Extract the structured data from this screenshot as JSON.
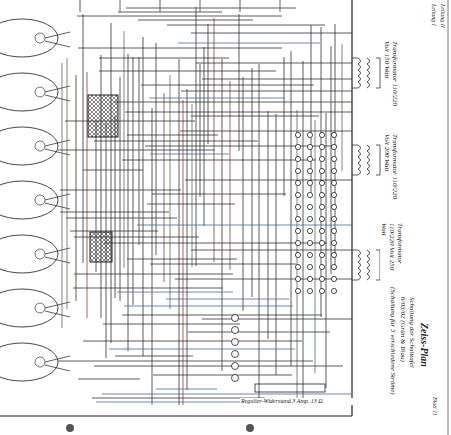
{
  "diagram": {
    "title": "Zeiss-Plan",
    "labels": [
      "Leitung I",
      "Leitung II",
      "Transformator 110/220 Volt 150 Watt",
      "Transformator 110/220 Volt 200 Watt",
      "Transformator 110/220 Volt 250 Watt",
      "Schaltung der Schalttafel",
      "6/03/02 (Grün & Blau)",
      "(Schaltung für 3 verschiedene Ströme)",
      "Regulier-Widerstand 3 Amp. 13 Ω",
      "Blatt 11"
    ]
  }
}
